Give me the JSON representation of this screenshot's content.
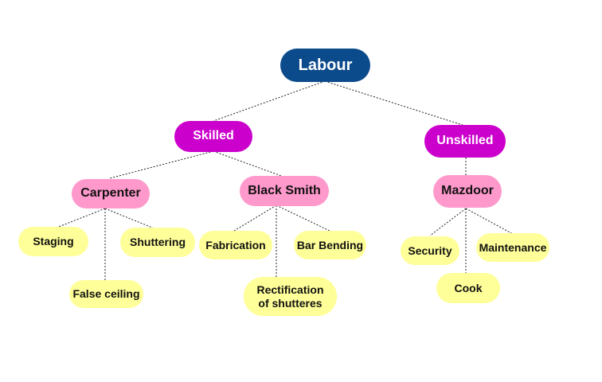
{
  "colors": {
    "root": "#0b4a8b",
    "level1": "#cc00cc",
    "level2": "#ff99cc",
    "leaf": "#ffff99",
    "connector": "#222222"
  },
  "tree": {
    "root": {
      "label": "Labour",
      "children": [
        {
          "label": "Skilled",
          "children": [
            {
              "label": "Carpenter",
              "children": [
                {
                  "label": "Staging"
                },
                {
                  "label": "Shuttering"
                },
                {
                  "label": "False ceiling"
                }
              ]
            },
            {
              "label": "Black Smith",
              "children": [
                {
                  "label": "Fabrication"
                },
                {
                  "label": "Bar Bending"
                },
                {
                  "label": "Rectification\nof shutteres"
                }
              ]
            }
          ]
        },
        {
          "label": "Unskilled",
          "children": [
            {
              "label": "Mazdoor",
              "children": [
                {
                  "label": "Security"
                },
                {
                  "label": "Maintenance"
                },
                {
                  "label": "Cook"
                }
              ]
            }
          ]
        }
      ]
    }
  }
}
